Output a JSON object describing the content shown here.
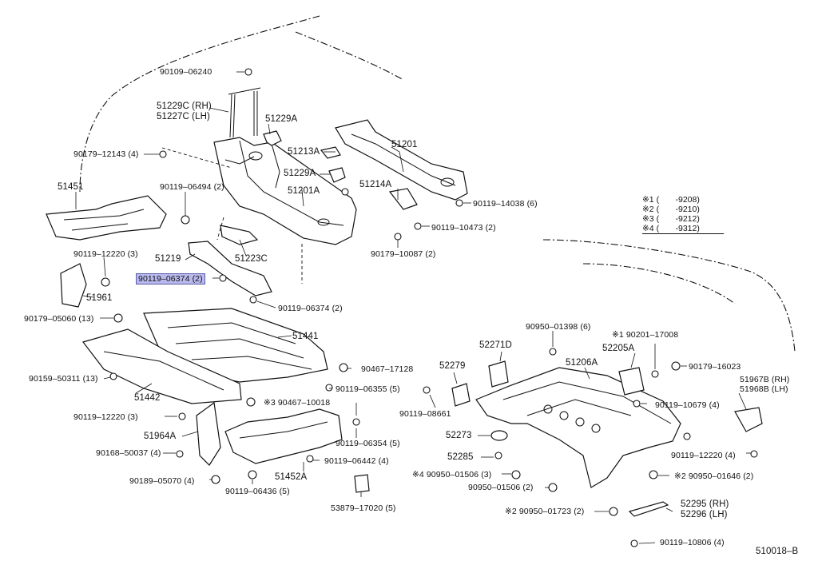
{
  "diagram": {
    "code": "510018–B",
    "highlighted_part": "90119–06374 (2)",
    "legend": [
      {
        "mark": "※1",
        "value": "(       -9208)"
      },
      {
        "mark": "※2",
        "value": "(       -9210)"
      },
      {
        "mark": "※3",
        "value": "(       -9212)"
      },
      {
        "mark": "※4",
        "value": "(       -9312)"
      }
    ],
    "labels": {
      "p90109_06240": "90109–06240",
      "p51229C": "51229C (RH)",
      "p51227C": "51227C (LH)",
      "p51229A_top": "51229A",
      "p90179_12143": "90179–12143 (4)",
      "p51213A": "51213A",
      "p51201": "51201",
      "p51229A_mid": "51229A",
      "p51451": "51451",
      "p90119_06494": "90119–06494 (2)",
      "p51201A": "51201A",
      "p51214A": "51214A",
      "p90119_14038": "90119–14038 (6)",
      "p90119_10473": "90119–10473 (2)",
      "p90179_10087": "90179–10087 (2)",
      "p90119_12220_top": "90119–12220 (3)",
      "p51219": "51219",
      "p51223C": "51223C",
      "p90119_06374_hl": "90119–06374 (2)",
      "p51961": "51961",
      "p90119_06374": "90119–06374 (2)",
      "p90179_05060": "90179–05060 (13)",
      "p51441": "51441",
      "p90950_01398": "90950–01398 (6)",
      "p90201_17008": "※1 90201–17008",
      "p52271D": "52271D",
      "p52205A": "52205A",
      "p90179_16023": "90179–16023",
      "p90159_50311": "90159–50311 (13)",
      "p90467_17128": "90467–17128",
      "p52279": "52279",
      "p51206A": "51206A",
      "p51967B": "51967B (RH)",
      "p51968B": "51968B (LH)",
      "p51442": "51442",
      "p90119_06355": "90119–06355 (5)",
      "p90467_10018": "※3  90467–10018",
      "p90119_08661": "90119–08661",
      "p90119_10679": "90119–10679 (4)",
      "p90119_12220_mid": "90119–12220 (3)",
      "p51964A": "51964A",
      "p52273": "52273",
      "p90119_06354": "90119–06354 (5)",
      "p90168_50037": "90168–50037 (4)",
      "p52285": "52285",
      "p90119_06442": "90119–06442 (4)",
      "p90119_12220_right": "90119–12220 (4)",
      "p90950_01506_4": "※4 90950–01506 (3)",
      "p90189_05070": "90189–05070 (4)",
      "p51452A": "51452A",
      "p90950_01646": "※2  90950–01646 (2)",
      "p90119_06436": "90119–06436 (5)",
      "p90950_01506": "90950–01506 (2)",
      "p53879_17020": "53879–17020 (5)",
      "p90950_01723": "※2 90950–01723 (2)",
      "p52295": "52295 (RH)",
      "p52296": "52296 (LH)",
      "p90119_10806": "90119–10806 (4)"
    }
  }
}
